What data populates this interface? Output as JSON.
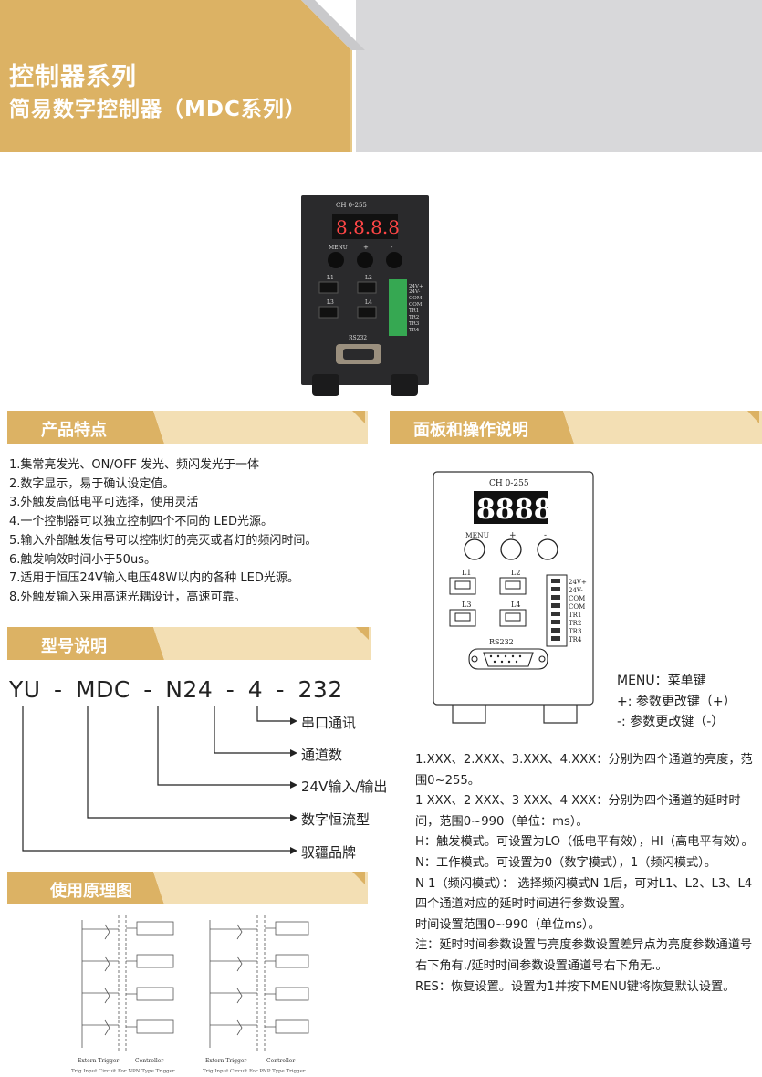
{
  "header": {
    "title": "控制器系列",
    "subtitle": "简易数字控制器（MDC系列）"
  },
  "device_photo": {
    "top_label": "CH  0-255",
    "display": "8.8.8.8",
    "button_labels": [
      "MENU",
      "+",
      "-"
    ],
    "port_labels": [
      "L1",
      "L2",
      "L3",
      "L4"
    ],
    "terminal_labels": [
      "24V+",
      "24V-",
      "COM",
      "COM",
      "TR1",
      "TR2",
      "TR3",
      "TR4"
    ],
    "serial_label": "RS232"
  },
  "sections": {
    "features": "产品特点",
    "panel": "面板和操作说明",
    "model": "型号说明",
    "principle": "使用原理图"
  },
  "features": [
    "1.集常亮发光、ON/OFF 发光、频闪发光于一体",
    "2.数字显示，易于确认设定值。",
    "3.外触发高低电平可选择，使用灵活",
    "4.一个控制器可以独立控制四个不同的 LED光源。",
    "5.输入外部触发信号可以控制灯的亮灭或者灯的频闪时间。",
    "6.触发响效时间小于50us。",
    "7.适用于恒压24V输入电压48W以内的各种 LED光源。",
    "8.外触发输入采用高速光耦设计，高速可靠。"
  ],
  "model": {
    "parts": [
      "YU",
      "-",
      "MDC",
      "-",
      "N24",
      "-",
      "4",
      "-",
      "232"
    ],
    "labels": [
      "串口通讯",
      "通道数",
      "24V输入/输出",
      "数字恒流型",
      "驭疆品牌"
    ]
  },
  "panel": {
    "top_label": "CH  0-255",
    "display": "8888",
    "button_labels": [
      "MENU",
      "+",
      "-"
    ],
    "port_labels": [
      "L1",
      "L2",
      "L3",
      "L4"
    ],
    "terminal_labels": [
      "24V+",
      "24V-",
      "COM",
      "COM",
      "TR1",
      "TR2",
      "TR3",
      "TR4"
    ],
    "serial_label": "RS232",
    "legend": [
      "MENU：菜单键",
      "+:  参数更改键（+）",
      "-:  参数更改键（-）"
    ]
  },
  "instructions": [
    "1.XXX、2.XXX、3.XXX、4.XXX：分别为四个通道的亮度，范围0~255。",
    "1 XXX、2 XXX、3 XXX、4 XXX：分别为四个通道的延时时间，范围0~990（单位：ms）。",
    "H：触发模式。可设置为LO（低电平有效），HI（高电平有效）。",
    "N：工作模式。可设置为0（数字模式），1（频闪模式）。",
    "N 1（频闪模式）：  选择频闪模式N 1后，可对L1、L2、L3、L4四个通道对应的延时时间进行参数设置。",
    "时间设置范围0~990（单位ms）。",
    "注：延时时间参数设置与亮度参数设置差异点为亮度参数通道号右下角有./延时时间参数设置通道号右下角无.。",
    "RES：恢复设置。设置为1并按下MENU键将恢复默认设置。"
  ],
  "diagrams": [
    {
      "left_label": "Extern Trigger",
      "right_label": "Controller",
      "caption": "Trig Input Circuit For NPN Type Trigger"
    },
    {
      "left_label": "Extern Trigger",
      "right_label": "Controller",
      "caption": "Trig Input Circuit For PNP Type Trigger"
    }
  ],
  "colors": {
    "gold": "#dcb264",
    "gold_light": "#eed3a0",
    "grey": "#d8d8da"
  }
}
